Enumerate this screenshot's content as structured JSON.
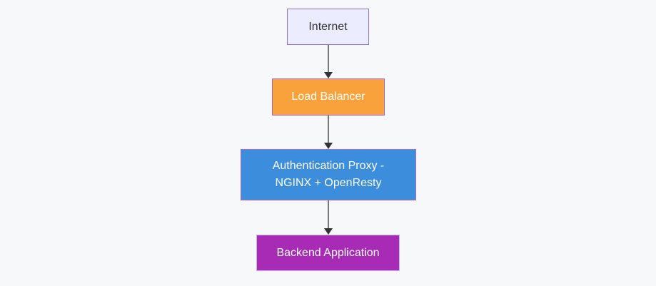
{
  "canvas": {
    "background": "#f7f8f9"
  },
  "diagram": {
    "type": "flowchart",
    "direction": "top-down",
    "nodes": [
      {
        "id": "internet",
        "label": "Internet",
        "fill": "#ececff",
        "stroke": "#9370db",
        "text_color": "#333333"
      },
      {
        "id": "load-balancer",
        "label": "Load Balancer",
        "fill": "#f9a23b",
        "stroke": "#9b6fd6",
        "text_color": "#ffffff"
      },
      {
        "id": "auth-proxy",
        "label": "Authentication Proxy -\nNGINX + OpenResty",
        "fill": "#3c8ddc",
        "stroke": "#b767cc",
        "text_color": "#ffffff"
      },
      {
        "id": "backend",
        "label": "Backend Application",
        "fill": "#a72bb5",
        "stroke": "#c6b3e8",
        "text_color": "#ffffff"
      }
    ],
    "edges": [
      {
        "from": "internet",
        "to": "load-balancer"
      },
      {
        "from": "load-balancer",
        "to": "auth-proxy"
      },
      {
        "from": "auth-proxy",
        "to": "backend"
      }
    ],
    "edge_style": {
      "line_color": "#777777",
      "arrow_color": "#333333"
    }
  }
}
